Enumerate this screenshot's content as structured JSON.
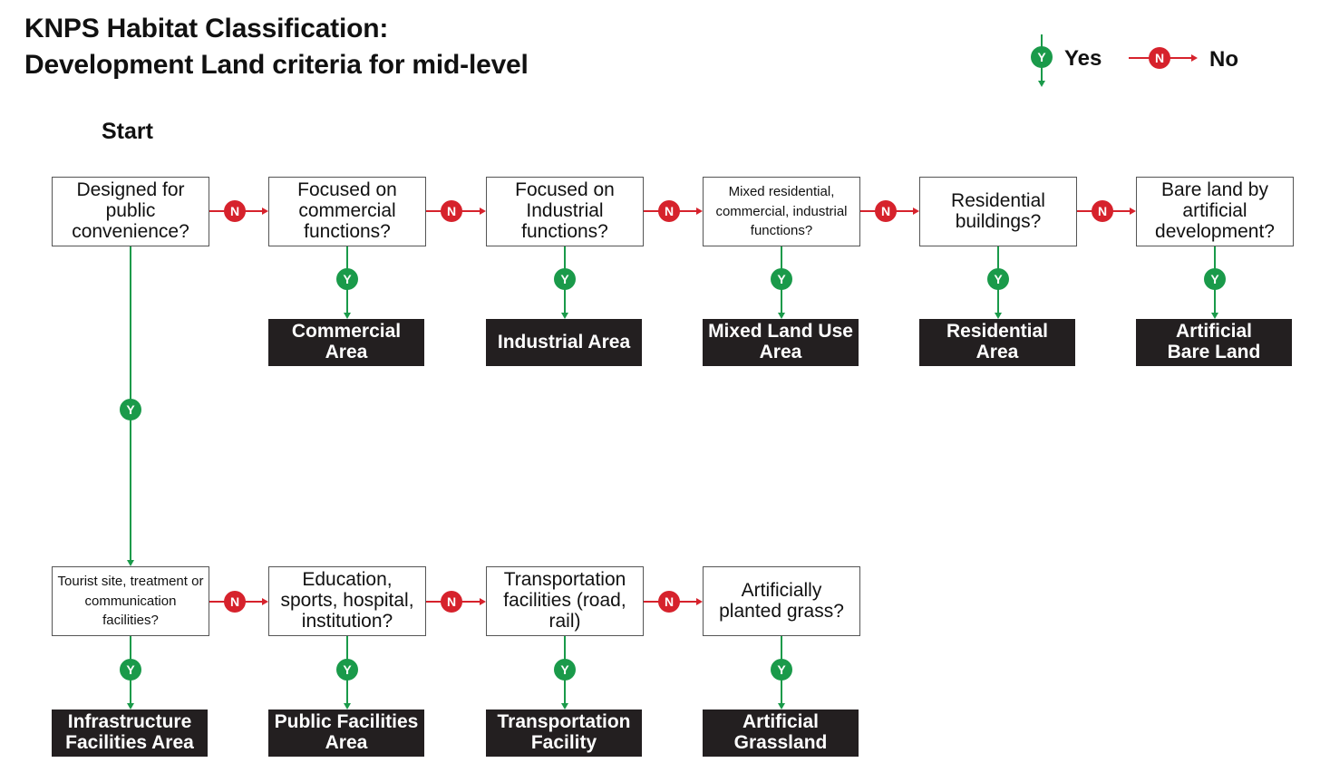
{
  "title": {
    "line1": "KNPS Habitat Classification:",
    "line2": "Development Land criteria for mid-level"
  },
  "start_label": "Start",
  "legend": {
    "yes_badge": "Y",
    "yes_label": "Yes",
    "no_badge": "N",
    "no_label": "No",
    "yes_color": "#1a9a4a",
    "no_color": "#d6222c"
  },
  "badges": {
    "yes": "Y",
    "no": "N"
  },
  "row1": {
    "questions": [
      "Designed for public convenience?",
      "Focused on commercial functions?",
      "Focused on Industrial functions?",
      "Mixed residential, commercial, industrial functions?",
      "Residential buildings?",
      "Bare land by artificial development?"
    ],
    "results": [
      "Commercial Area",
      "Industrial Area",
      "Mixed Land Use Area",
      "Residential Area",
      "Artificial Bare Land"
    ]
  },
  "row2": {
    "questions": [
      "Tourist site, treatment or communication facilities?",
      "Education, sports, hospital, institution?",
      "Transportation facilities (road, rail)",
      "Artificially planted grass?"
    ],
    "results": [
      "Infrastructure Facilities Area",
      "Public Facilities Area",
      "Transportation Facility",
      "Artificial Grassland"
    ]
  },
  "colors": {
    "yes_line": "#1a9a4a",
    "no_line": "#d6222c",
    "result_fill": "#231f20",
    "question_border": "#555555"
  }
}
